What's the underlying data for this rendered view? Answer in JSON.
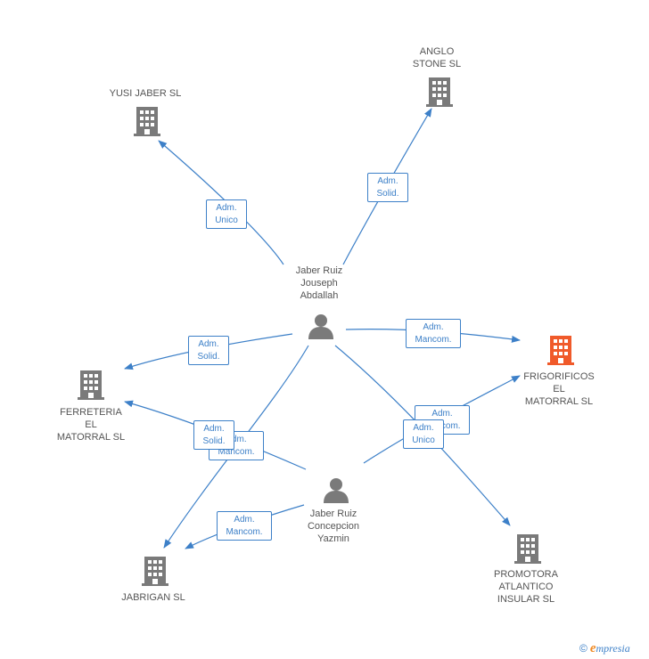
{
  "colors": {
    "edge": "#3d80c8",
    "company": "#7a7a7a",
    "highlight": "#f05a2a",
    "person": "#7a7a7a",
    "brand_accent": "#f08a24"
  },
  "nodes": {
    "yusi_jaber": {
      "label": "YUSI JABER SL",
      "type": "company"
    },
    "anglo_stone": {
      "label": "ANGLO\nSTONE  SL",
      "type": "company"
    },
    "frigorificos": {
      "label": "FRIGORIFICOS\nEL\nMATORRAL SL",
      "type": "company-highlight"
    },
    "ferreteria": {
      "label": "FERRETERIA\nEL\nMATORRAL  SL",
      "type": "company"
    },
    "jabrigan": {
      "label": "JABRIGAN SL",
      "type": "company"
    },
    "promotora": {
      "label": "PROMOTORA\nATLANTICO\nINSULAR SL",
      "type": "company"
    },
    "jaber_jouseph": {
      "label": "Jaber Ruiz\nJouseph\nAbdallah",
      "type": "person"
    },
    "jaber_concepcion": {
      "label": "Jaber Ruiz\nConcepcion\nYazmin",
      "type": "person"
    }
  },
  "edges": {
    "e1": {
      "label": "Adm.\nUnico"
    },
    "e2": {
      "label": "Adm.\nSolid."
    },
    "e3": {
      "label": "Adm.\nMancom."
    },
    "e4": {
      "label": "Adm.\nSolid."
    },
    "e5": {
      "label": "Adm.\nMancom."
    },
    "e6": {
      "label": "Adm.\nSolid."
    },
    "e7": {
      "label": "Adm.\nMancom."
    },
    "e8": {
      "label": "Adm.\nUnico"
    },
    "e9": {
      "label": "Adm.\nMancom."
    }
  },
  "footer": {
    "copyright": "©",
    "brand_first": "e",
    "brand_rest": "mpresia"
  }
}
